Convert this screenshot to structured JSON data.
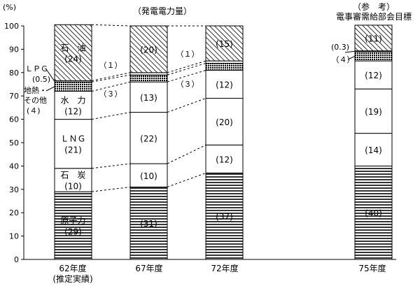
{
  "chart_data": {
    "type": "bar",
    "stacked": true,
    "title": "（発電電力量）",
    "ylabel": "(%)",
    "ylim": [
      0,
      100
    ],
    "yticks": [
      0,
      10,
      20,
      30,
      40,
      50,
      60,
      70,
      80,
      90,
      100
    ],
    "grid": false,
    "legend": "none",
    "categories": [
      "62年度",
      "67年度",
      "72年度",
      "75年度"
    ],
    "category_notes": [
      "(推定実績)",
      "",
      "",
      ""
    ],
    "reference_title": [
      "（参　考）",
      "電事審需給部会目標"
    ],
    "series": [
      {
        "name": "原子力",
        "values": [
          29,
          31,
          37,
          40
        ],
        "fill": "hlines",
        "labels": [
          "(29)",
          "(31)",
          "(37)",
          "(40)"
        ]
      },
      {
        "name": "石炭",
        "values": [
          10,
          10,
          12,
          14
        ],
        "fill": "white",
        "labels": [
          "(10)",
          "(10)",
          "(12)",
          "(14)"
        ]
      },
      {
        "name": "LNG",
        "values": [
          21,
          22,
          20,
          19
        ],
        "fill": "white",
        "labels": [
          "(21)",
          "(22)",
          "(20)",
          "(19)"
        ]
      },
      {
        "name": "水力",
        "values": [
          12,
          13,
          12,
          12
        ],
        "fill": "white",
        "labels": [
          "(12)",
          "(13)",
          "(12)",
          "(12)"
        ]
      },
      {
        "name": "地熱・その他",
        "values": [
          4,
          3,
          3,
          4
        ],
        "fill": "crosshatch",
        "labels": [
          "",
          "",
          "",
          ""
        ]
      },
      {
        "name": "LPG",
        "values": [
          0.5,
          1,
          1,
          0.3
        ],
        "fill": "white",
        "labels": [
          "",
          "",
          "",
          ""
        ]
      },
      {
        "name": "石油",
        "values": [
          24,
          20,
          15,
          11
        ],
        "fill": "diagonal",
        "labels": [
          "(24)",
          "(20)",
          "(15)",
          "(11)"
        ]
      }
    ],
    "first_bar_series_labels": [
      "原子力",
      "石　炭",
      "ＬＮＧ",
      "水　力",
      "",
      "",
      "石　油"
    ],
    "side_labels": {
      "lpg": {
        "text": "ＬＰＧ",
        "value": "(0.5)"
      },
      "geo": {
        "line1": "地熱・",
        "line2": "その他",
        "value": "(４)"
      }
    },
    "external_labels": {
      "b2_lpg": "（１）",
      "b2_geo": "（３）",
      "b3_lpg": "（１）",
      "b3_geo": "（３）",
      "b4_lpg": "(0.3)",
      "b4_geo": "（４）"
    }
  }
}
